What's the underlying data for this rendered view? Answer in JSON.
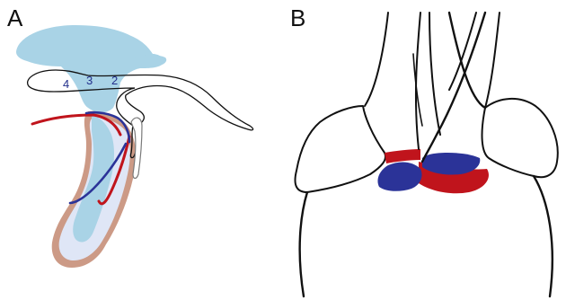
{
  "panels": {
    "a": {
      "letter": "A",
      "numbers": [
        "4",
        "3",
        "2"
      ]
    },
    "b": {
      "letter": "B"
    }
  },
  "colors": {
    "light_blue": "#a9d3e6",
    "pale_blue": "#dfe6f6",
    "tan": "#cc9a86",
    "red": "#c0141c",
    "blue": "#2b3398",
    "number_blue": "#23308c",
    "outline": "#111111"
  }
}
